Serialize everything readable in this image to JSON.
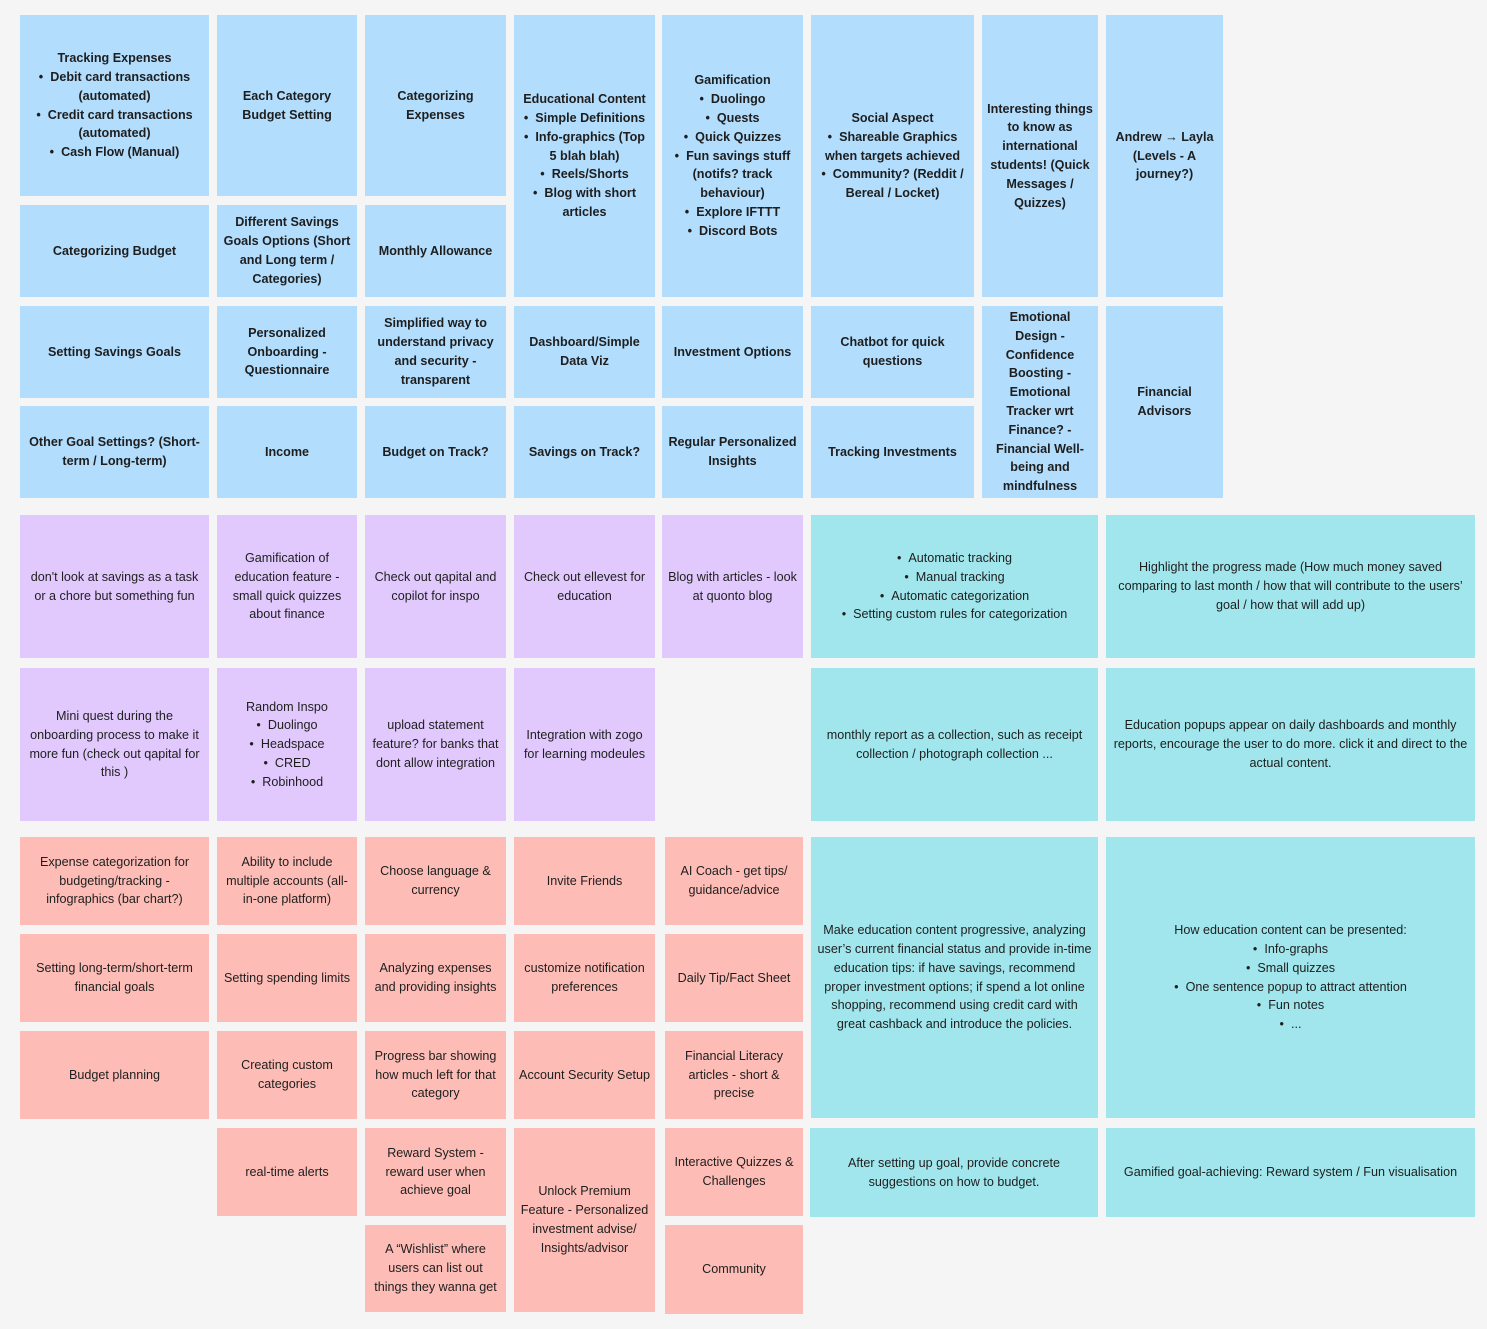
{
  "notes": [
    {
      "id": "tracking-expenses",
      "color": "blue",
      "heading": "Tracking Expenses",
      "bullets": [
        "Debit card transactions (automated)",
        "Credit card transactions (automated)",
        "Cash Flow (Manual)"
      ]
    },
    {
      "id": "each-category-budget",
      "color": "blue",
      "text": "Each Category Budget Setting"
    },
    {
      "id": "categorizing-expenses",
      "color": "blue",
      "text": "Categorizing Expenses"
    },
    {
      "id": "educational-content",
      "color": "blue",
      "heading": "Educational Content",
      "bullets": [
        "Simple Definitions",
        "Info-graphics (Top 5 blah blah)",
        "Reels/Shorts",
        "Blog with short articles"
      ]
    },
    {
      "id": "gamification",
      "color": "blue",
      "heading": "Gamification",
      "bullets": [
        "Duolingo",
        "Quests",
        "Quick Quizzes",
        "Fun savings stuff (notifs? track behaviour)",
        "Explore IFTTT",
        "Discord Bots"
      ]
    },
    {
      "id": "social-aspect",
      "color": "blue",
      "heading": "Social Aspect",
      "bullets": [
        "Shareable Graphics when targets achieved",
        "Community? (Reddit / Bereal / Locket)"
      ]
    },
    {
      "id": "international-students",
      "color": "blue",
      "text": "Interesting things to know as international students! (Quick Messages / Quizzes)"
    },
    {
      "id": "andrew-layla",
      "color": "blue",
      "text": "Andrew → Layla (Levels - A journey?)"
    },
    {
      "id": "categorizing-budget",
      "color": "blue",
      "text": "Categorizing Budget"
    },
    {
      "id": "savings-goals-options",
      "color": "blue",
      "text": "Different Savings Goals Options (Short and Long term / Categories)"
    },
    {
      "id": "monthly-allowance",
      "color": "blue",
      "text": "Monthly Allowance"
    },
    {
      "id": "setting-savings-goals",
      "color": "blue",
      "text": "Setting Savings Goals"
    },
    {
      "id": "personalized-onboarding",
      "color": "blue",
      "text": "Personalized Onboarding - Questionnaire"
    },
    {
      "id": "privacy-security",
      "color": "blue",
      "text": "Simplified way to understand privacy and security - transparent"
    },
    {
      "id": "dashboard-data-viz",
      "color": "blue",
      "text": "Dashboard/Simple Data Viz"
    },
    {
      "id": "investment-options",
      "color": "blue",
      "text": "Investment Options"
    },
    {
      "id": "chatbot",
      "color": "blue",
      "text": "Chatbot for quick questions"
    },
    {
      "id": "emotional-design",
      "color": "blue",
      "text": "Emotional Design - Confidence Boosting - Emotional Tracker wrt Finance? - Financial Well-being and mindfulness"
    },
    {
      "id": "financial-advisors",
      "color": "blue",
      "text": "Financial Advisors"
    },
    {
      "id": "other-goal-settings",
      "color": "blue",
      "text": "Other Goal Settings? (Short-term / Long-term)"
    },
    {
      "id": "income",
      "color": "blue",
      "text": "Income"
    },
    {
      "id": "budget-on-track",
      "color": "blue",
      "text": "Budget on Track?"
    },
    {
      "id": "savings-on-track",
      "color": "blue",
      "text": "Savings on Track?"
    },
    {
      "id": "regular-insights",
      "color": "blue",
      "text": "Regular Personalized Insights"
    },
    {
      "id": "tracking-investments",
      "color": "blue",
      "text": "Tracking Investments"
    },
    {
      "id": "savings-fun",
      "color": "purple",
      "text": "don't look at savings as a task or a chore but something fun"
    },
    {
      "id": "gamification-education",
      "color": "purple",
      "text": "Gamification of education feature - small quick quizzes about finance"
    },
    {
      "id": "qapital-copilot",
      "color": "purple",
      "text": "Check out qapital and copilot for inspo"
    },
    {
      "id": "ellevest",
      "color": "purple",
      "text": "Check out ellevest for education"
    },
    {
      "id": "quonto-blog",
      "color": "purple",
      "text": "Blog with articles - look at quonto blog"
    },
    {
      "id": "mini-quest",
      "color": "purple",
      "text": "Mini quest during the onboarding process to make it more fun (check out qapital for this )"
    },
    {
      "id": "random-inspo",
      "color": "purple",
      "heading": "Random Inspo",
      "bullets": [
        "Duolingo",
        "Headspace",
        "CRED",
        "Robinhood"
      ]
    },
    {
      "id": "upload-statement",
      "color": "purple",
      "text": "upload statement feature? for banks that dont allow integration"
    },
    {
      "id": "zogo",
      "color": "purple",
      "text": "Integration with zogo for learning modeules"
    },
    {
      "id": "tracking-methods",
      "color": "teal",
      "bullets": [
        "Automatic tracking",
        "Manual tracking",
        "Automatic categorization",
        "Setting custom rules for categorization"
      ]
    },
    {
      "id": "highlight-progress",
      "color": "teal",
      "text": "Highlight the progress made (How much money saved comparing to last month / how that will contribute to the users’ goal / how that will add up)"
    },
    {
      "id": "monthly-report",
      "color": "teal",
      "text": "monthly report as a collection, such as receipt collection / photograph collection ..."
    },
    {
      "id": "education-popups",
      "color": "teal",
      "text": "Education popups appear on daily dashboards and monthly reports, encourage the user to do more. click it and direct to the actual content."
    },
    {
      "id": "progressive-education",
      "color": "teal",
      "text": "Make education content progressive, analyzing user’s current financial status and provide in-time education tips: if have savings, recommend proper investment options; if spend a lot online shopping, recommend using credit card with great cashback and introduce the policies."
    },
    {
      "id": "education-presentation",
      "color": "teal",
      "heading": "How education content can be presented:",
      "bullets": [
        "Info-graphs",
        "Small quizzes",
        "One sentence popup to attract attention",
        "Fun notes",
        "..."
      ]
    },
    {
      "id": "budget-suggestions",
      "color": "teal",
      "text": "After setting up goal, provide concrete suggestions on how to budget."
    },
    {
      "id": "gamified-goal",
      "color": "teal",
      "text": "Gamified goal-achieving: Reward system / Fun visualisation"
    },
    {
      "id": "expense-categorization",
      "color": "pink",
      "text": "Expense categorization for budgeting/tracking - infographics (bar chart?)"
    },
    {
      "id": "multiple-accounts",
      "color": "pink",
      "text": "Ability to include multiple accounts (all-in-one platform)"
    },
    {
      "id": "language-currency",
      "color": "pink",
      "text": "Choose language & currency"
    },
    {
      "id": "invite-friends",
      "color": "pink",
      "text": "Invite Friends"
    },
    {
      "id": "ai-coach",
      "color": "pink",
      "text": "AI Coach - get tips/ guidance/advice"
    },
    {
      "id": "long-short-goals",
      "color": "pink",
      "text": "Setting long-term/short-term financial goals"
    },
    {
      "id": "spending-limits",
      "color": "pink",
      "text": "Setting spending limits"
    },
    {
      "id": "analyzing-expenses",
      "color": "pink",
      "text": "Analyzing expenses and providing insights"
    },
    {
      "id": "notification-prefs",
      "color": "pink",
      "text": "customize notification preferences"
    },
    {
      "id": "daily-tip",
      "color": "pink",
      "text": "Daily Tip/Fact Sheet"
    },
    {
      "id": "budget-planning",
      "color": "pink",
      "text": "Budget planning"
    },
    {
      "id": "custom-categories",
      "color": "pink",
      "text": "Creating custom categories"
    },
    {
      "id": "progress-bar",
      "color": "pink",
      "text": "Progress bar showing how much left for that category"
    },
    {
      "id": "account-security",
      "color": "pink",
      "text": "Account Security Setup"
    },
    {
      "id": "financial-literacy",
      "color": "pink",
      "text": "Financial Literacy articles - short & precise"
    },
    {
      "id": "real-time-alerts",
      "color": "pink",
      "text": "real-time alerts"
    },
    {
      "id": "reward-system",
      "color": "pink",
      "text": "Reward System - reward user when achieve goal"
    },
    {
      "id": "unlock-premium",
      "color": "pink",
      "text": "Unlock Premium Feature - Personalized investment advise/ Insights/advisor"
    },
    {
      "id": "interactive-quizzes",
      "color": "pink",
      "text": "Interactive Quizzes & Challenges"
    },
    {
      "id": "wishlist",
      "color": "pink",
      "text": "A “Wishlist” where users can list out things they wanna get"
    },
    {
      "id": "community",
      "color": "pink",
      "text": "Community"
    }
  ]
}
